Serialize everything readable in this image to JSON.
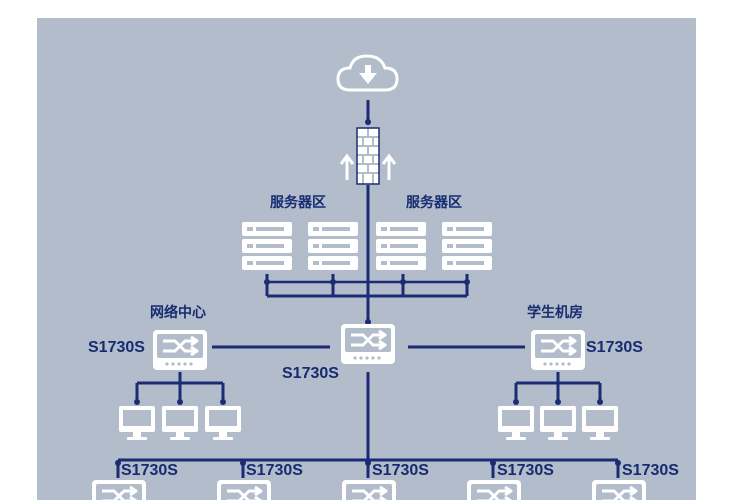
{
  "diagram": {
    "colors": {
      "background": "#b2bccb",
      "line": "#1c2b75",
      "icon": "#ffffff"
    },
    "labels": {
      "server_zone_left": "服务器区",
      "server_zone_right": "服务器区",
      "network_center": "网络中心",
      "student_lab": "学生机房"
    },
    "switches": {
      "left": "S1730S",
      "core": "S1730S",
      "right": "S1730S",
      "access": [
        "S1730S",
        "S1730S",
        "S1730S",
        "S1730S",
        "S1730S"
      ]
    },
    "icons": {
      "cloud": "cloud-download-icon",
      "firewall": "firewall-icon",
      "server": "server-icon",
      "switch": "switch-icon",
      "monitor": "monitor-icon"
    }
  }
}
